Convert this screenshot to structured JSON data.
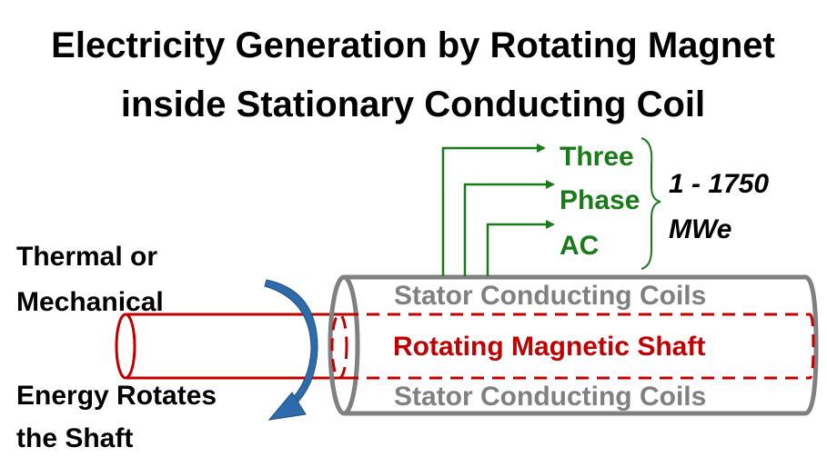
{
  "title": {
    "line1": "Electricity Generation by Rotating Magnet",
    "line2": "inside Stationary Conducting Coil"
  },
  "left_label": {
    "line1": "Thermal or",
    "line2": "Mechanical",
    "line3": "Energy Rotates",
    "line4": "the Shaft"
  },
  "stator": {
    "top_label": "Stator Conducting Coils",
    "bottom_label": "Stator Conducting Coils"
  },
  "shaft": {
    "label": "Rotating Magnetic Shaft"
  },
  "output": {
    "line1": "Three",
    "line2": "Phase",
    "line3": "AC"
  },
  "power": {
    "line1": "1 - 1750",
    "line2": "MWe"
  },
  "colors": {
    "green": "#1a7a1a",
    "red": "#c00000",
    "gray": "#808080",
    "blue": "#2e6bad"
  }
}
